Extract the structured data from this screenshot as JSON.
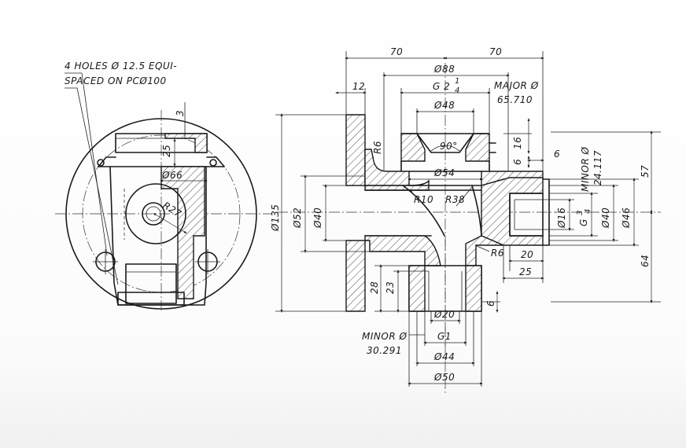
{
  "note": {
    "line1": "4 HOLES Ø 12.5 EQUI-",
    "line2": "SPACED ON PCØ100"
  },
  "end_view": {
    "dims": {
      "d3": "3",
      "d25": "25",
      "d66": "Ø66",
      "r27": "R27"
    }
  },
  "section_view": {
    "dims": {
      "w70_left": "70",
      "w70_right": "70",
      "d88": "Ø88",
      "w12": "12",
      "g2": "G 2",
      "g2_frac_num": "1",
      "g2_frac_den": "4",
      "major_label": "MAJOR Ø",
      "major_value": "65.710",
      "d48": "Ø48",
      "a90": "90°",
      "r6_top": "R6",
      "d54": "Ø54",
      "v16": "16",
      "v6_top": "6",
      "h6_top": "6",
      "minor_right_label": "MINOR Ø",
      "minor_right_value": "24.117",
      "v57": "57",
      "d135": "Ø135",
      "d52": "Ø52",
      "d40_left": "Ø40",
      "r10": "R10",
      "r38": "R38",
      "d16_right": "Ø16",
      "g3": "G",
      "g3_frac_num": "3",
      "g3_frac_den": "4",
      "d40_right": "Ø40",
      "d46": "Ø46",
      "v64": "64",
      "r6_bottom": "R6",
      "h20": "20",
      "h25": "25",
      "v28": "28",
      "v23": "23",
      "v6_bottom": "6",
      "d20": "Ø20",
      "minor_bottom_label": "MINOR Ø",
      "minor_bottom_value": "30.291",
      "g1": "G1",
      "d44": "Ø44",
      "d50": "Ø50"
    }
  }
}
